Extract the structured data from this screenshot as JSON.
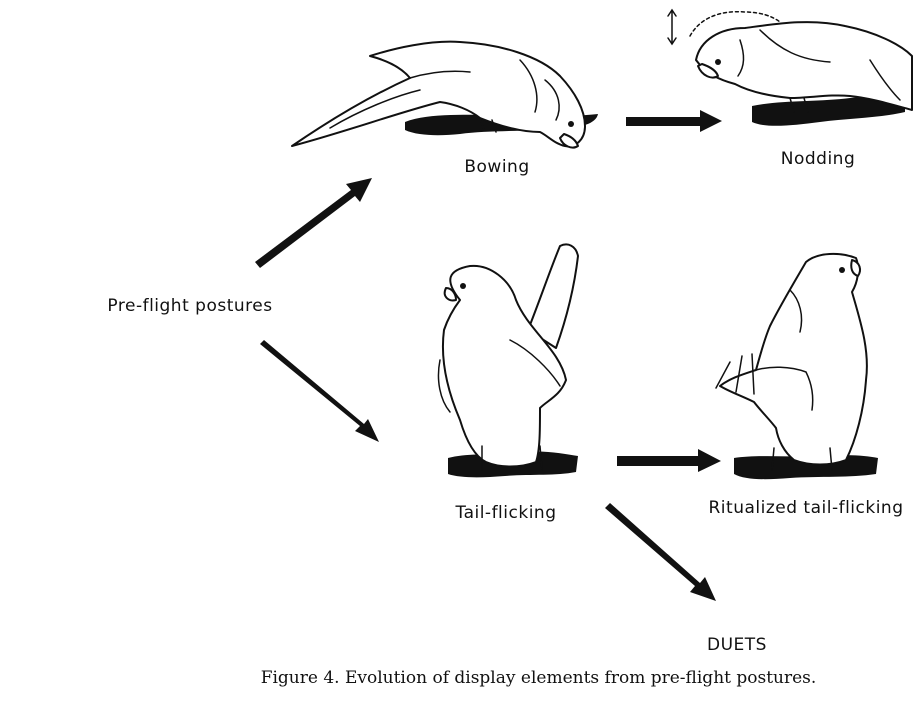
{
  "labels": {
    "preflight": "Pre-flight postures",
    "bowing": "Bowing",
    "nodding": "Nodding",
    "tail_flicking": "Tail-flicking",
    "ritualized": "Ritualized tail-flicking",
    "duets": "DUETS"
  },
  "caption": "Figure 4. Evolution of display elements from pre-flight postures."
}
